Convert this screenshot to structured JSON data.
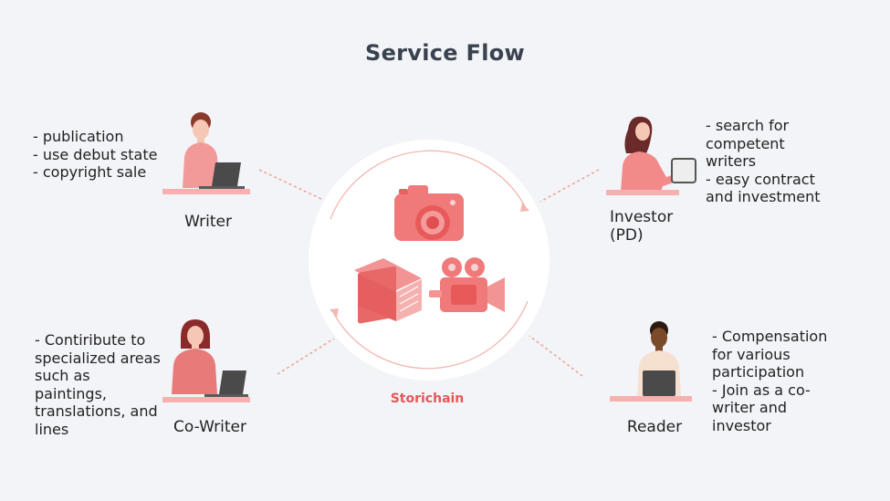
{
  "title": "Service Flow",
  "center": {
    "caption": "Storichain",
    "icons": [
      "camera-icon",
      "book-icon",
      "video-camera-icon"
    ]
  },
  "colors": {
    "accent": "#f06a6a",
    "accent_light": "#f7b3b3",
    "caption": "#e45858",
    "background": "#f3f4f8"
  },
  "writer": {
    "label": "Writer",
    "notes": [
      "- publication",
      "- use debut state",
      "- copyright sale"
    ]
  },
  "investor": {
    "label": "Investor\n(PD)",
    "notes": [
      "- search for\ncompetent\nwriters",
      "- easy contract\nand investment"
    ]
  },
  "cowriter": {
    "label": "Co-Writer",
    "notes": [
      "- Contiribute to\nspecialized areas\nsuch as\npaintings,\ntranslations, and\nlines"
    ]
  },
  "reader": {
    "label": "Reader",
    "notes": [
      "- Compensation\nfor various\nparticipation",
      "- Join as a co-\nwriter and\ninvestor"
    ]
  }
}
